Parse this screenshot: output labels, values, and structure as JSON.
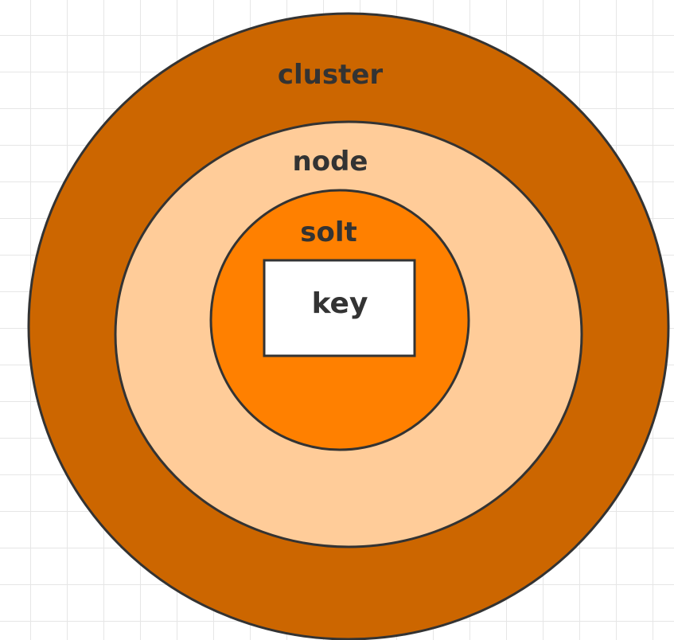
{
  "diagram": {
    "grid_color": "#e6e6e6",
    "stroke_color": "#333333",
    "layers": [
      {
        "id": "cluster",
        "label": "cluster",
        "fill": "#cc6600"
      },
      {
        "id": "node",
        "label": "node",
        "fill": "#ffcc99"
      },
      {
        "id": "solt",
        "label": "solt",
        "fill": "#ff8000"
      }
    ],
    "key": {
      "label": "key",
      "fill": "#ffffff"
    }
  }
}
